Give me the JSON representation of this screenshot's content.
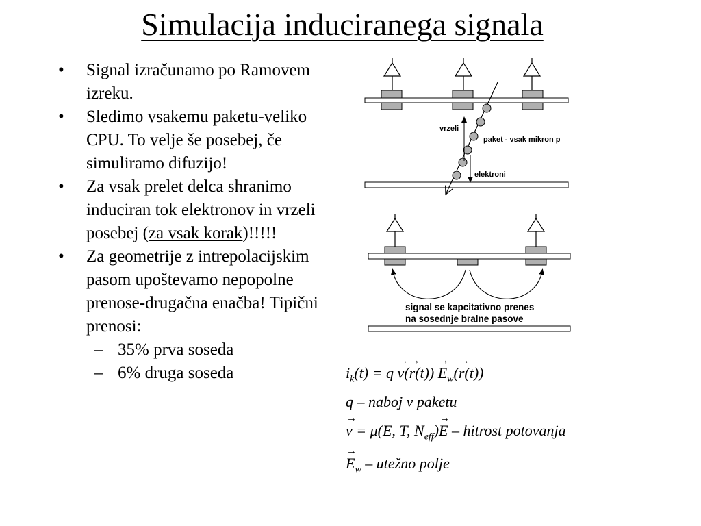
{
  "title": "Simulacija induciranega signala",
  "bullets": [
    "Signal izračunamo po Ramovem izreku.",
    "Sledimo vsakemu paketu-veliko CPU. To velje še posebej, če simuliramo difuzijo!",
    {
      "before": "Za vsak prelet delca shranimo induciran tok elektronov in vrzeli posebej (",
      "underlined": "za vsak korak",
      "after": ")!!!!!"
    },
    "Za geometrije z intrepolacijskim pasom upoštevamo nepopolne prenose-drugačna enačba! Tipični prenosi:"
  ],
  "sub_bullets": [
    "35% prva soseda",
    "6% druga soseda"
  ],
  "diagram_top": {
    "label_holes": "vrzeli",
    "label_packet": "paket - vsak mikron p",
    "label_electrons": "elektroni"
  },
  "diagram_bottom": {
    "label_line1": "signal se kapcitativno prenes",
    "label_line2": "na sosednje bralne pasove"
  },
  "equations": {
    "eq1": {
      "i": "i",
      "k": "k",
      "t1": "(t) = q",
      "v": "v",
      "r1": "r",
      "mid": "(t))",
      "E": "E",
      "w": "w",
      "r2": "r",
      "end": "(t))"
    },
    "eq2": "q – naboj v paketu",
    "eq3": {
      "v": "v",
      "mid": " = μ(E, T, N",
      "eff": "eff",
      "E": "E",
      "end": " – hitrost potovanja"
    },
    "eq4": {
      "E": "E",
      "w": "w",
      "end": " – utežno polje"
    }
  }
}
